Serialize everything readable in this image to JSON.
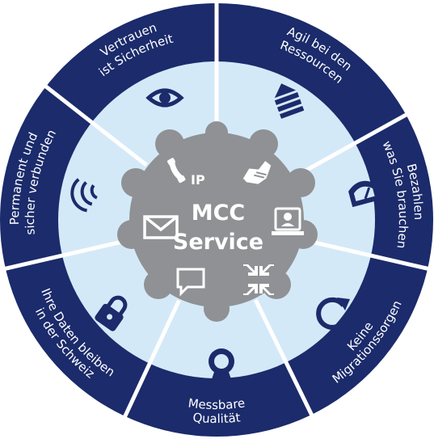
{
  "center": {
    "title_line1": "MCC",
    "title_line2": "Service",
    "ip_label": "IP",
    "icons": [
      "phone-icon",
      "handshake-icon",
      "mail-icon",
      "video-conference-icon",
      "chat-bubble-icon",
      "compress-arrows-icon"
    ]
  },
  "segments": [
    {
      "line1": "Vertrauen",
      "line2": "ist Sicherheit",
      "icon": "eye-icon"
    },
    {
      "line1": "Agil bei den",
      "line2": "Ressourcen",
      "icon": "stack-arrow-icon"
    },
    {
      "line1": "Bezahlen",
      "line2": "was Sie brauchen",
      "icon": "meter-icon"
    },
    {
      "line1": "Keine",
      "line2": "Migrationssorgen",
      "icon": "refresh-icon"
    },
    {
      "line1": "Messbare",
      "line2": "Qualität",
      "icon": "award-icon"
    },
    {
      "line1": "Ihre Daten bleiben",
      "line2": "in der Schweiz",
      "icon": "lock-icon"
    },
    {
      "line1": "Permanent und",
      "line2": "sicher verbunden",
      "icon": "wireless-signal-icon"
    }
  ],
  "colors": {
    "ring_dark": "#1b2b6b",
    "inner_light": "#d4e9f8",
    "divider": "#ffffff",
    "center_gray": "#8f9194",
    "icon_dark": "#1b2b6b"
  }
}
